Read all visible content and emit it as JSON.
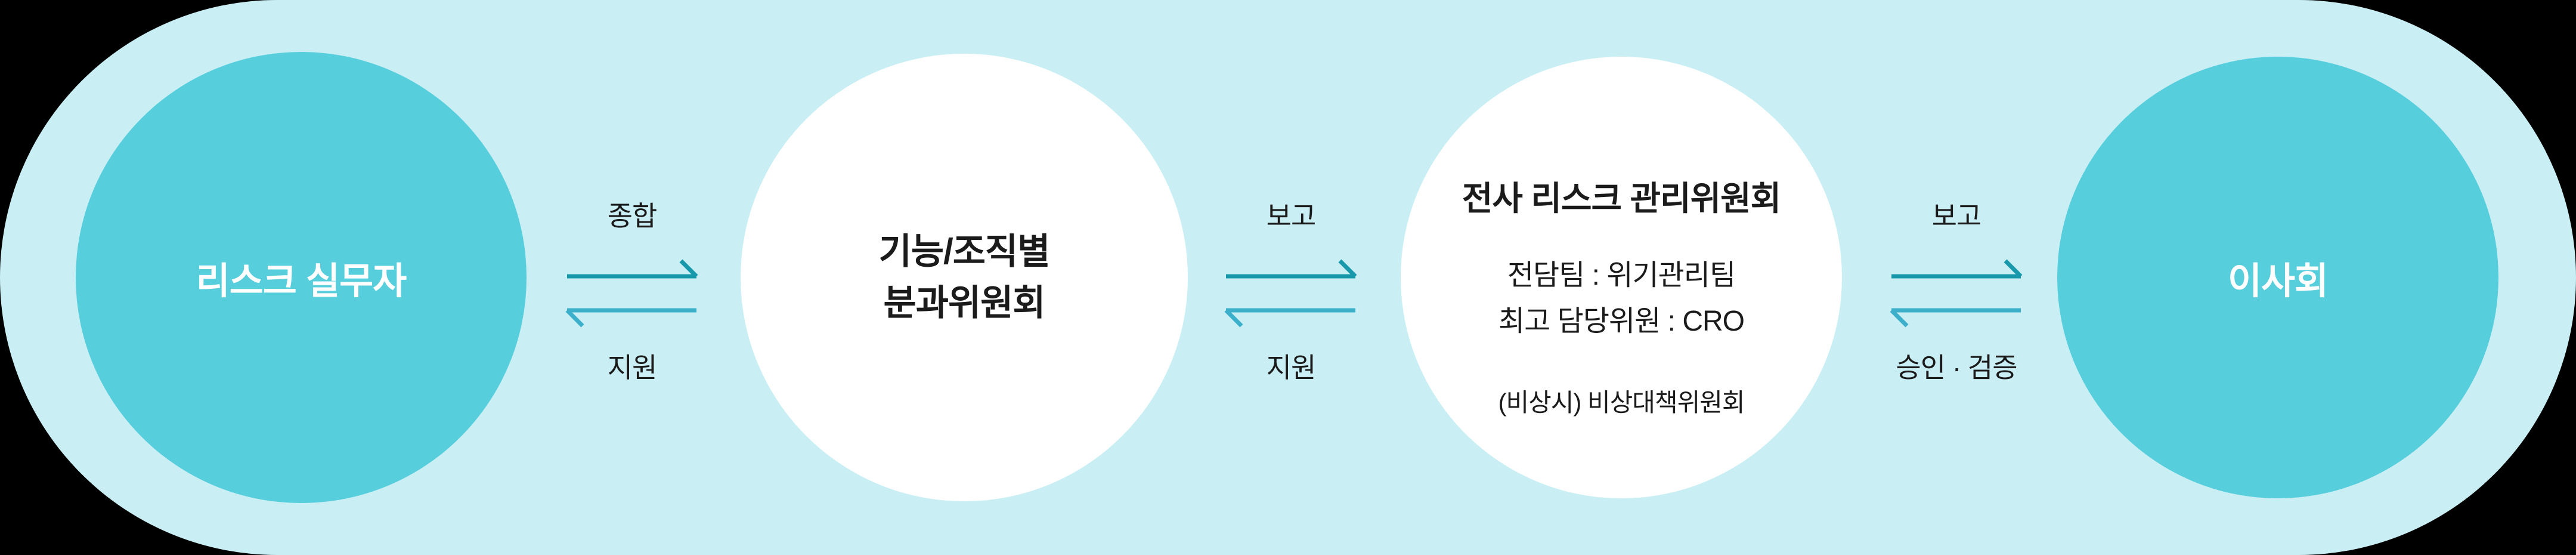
{
  "theme": {
    "background": "#000000",
    "pill_color": "#C9EFF5",
    "accent_circle_color": "#57CEDC",
    "white_circle_color": "#FFFFFF",
    "accent_text_color": "#FFFFFF",
    "dark_text_color": "#1B1B1B",
    "arrow_up_color": "#1798AB",
    "arrow_down_color": "#3CAFCB"
  },
  "nodes": [
    {
      "id": "risk-practitioners",
      "label": "리스크 실무자"
    },
    {
      "id": "functional-subcommittee",
      "lines": [
        "기능/조직별",
        "분과위원회"
      ]
    },
    {
      "id": "enterprise-risk-committee",
      "title": "전사 리스크 관리위원회",
      "details": [
        "전담팀 : 위기관리팀",
        "최고 담당위원 : CRO"
      ],
      "note": "(비상시) 비상대책위원회"
    },
    {
      "id": "board-of-directors",
      "label": "이사회"
    }
  ],
  "flows": [
    {
      "up_label": "종합",
      "up_direction": "right",
      "down_label": "지원",
      "down_direction": "left"
    },
    {
      "up_label": "보고",
      "up_direction": "right",
      "down_label": "지원",
      "down_direction": "left"
    },
    {
      "up_label": "보고",
      "up_direction": "right",
      "down_label": "승인 · 검증",
      "down_direction": "left"
    }
  ]
}
